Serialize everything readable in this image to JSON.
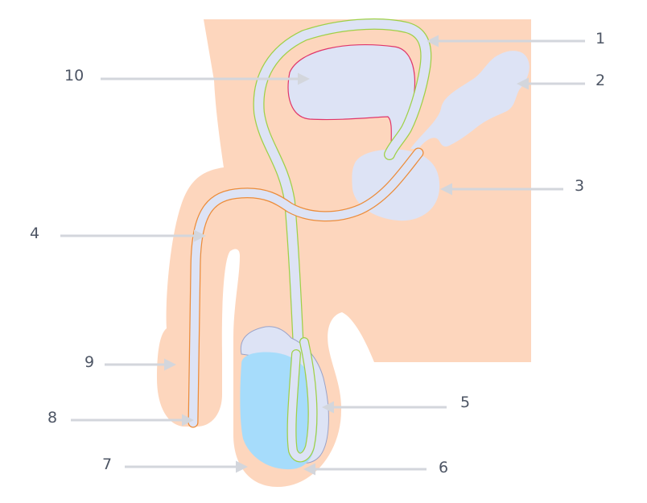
{
  "colors": {
    "skin": "#fdd6bd",
    "organ": "#dde3f5",
    "organ_outline": "#9aa3c9",
    "testis": "#a6dcfb",
    "duct_outline_green": "#9fd047",
    "duct_outline_orange": "#ec8c3a",
    "bladder_outline": "#e0366a",
    "pointer": "#d3d6dc",
    "label_text": "#4d5564"
  },
  "labels": [
    {
      "id": "label-1",
      "text": "1"
    },
    {
      "id": "label-2",
      "text": "2"
    },
    {
      "id": "label-3",
      "text": "3"
    },
    {
      "id": "label-4",
      "text": "4"
    },
    {
      "id": "label-5",
      "text": "5"
    },
    {
      "id": "label-6",
      "text": "6"
    },
    {
      "id": "label-7",
      "text": "7"
    },
    {
      "id": "label-8",
      "text": "8"
    },
    {
      "id": "label-9",
      "text": "9"
    },
    {
      "id": "label-10",
      "text": "10"
    }
  ]
}
